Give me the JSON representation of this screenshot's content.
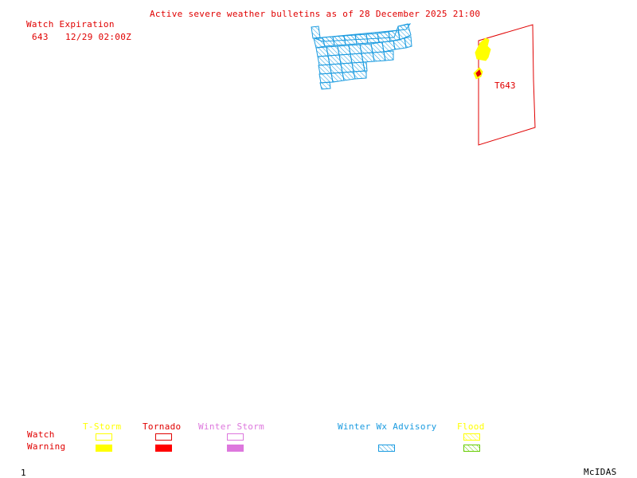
{
  "header": {
    "title": "Active severe weather bulletins as of 28 December 2025 21:00"
  },
  "watch_table": {
    "heading": "Watch Expiration",
    "rows": [
      {
        "number": "643",
        "expiration": "12/29 02:00Z"
      }
    ]
  },
  "map": {
    "watch_label": "T643",
    "colors": {
      "tornado": "#e00000",
      "tstorm": "#ffff00",
      "winter_storm": "#dd77dd",
      "winter_advisory": "#1a9be0",
      "flood_watch": "#ffff00",
      "flood_warning": "#66cc00"
    }
  },
  "legend": {
    "row_labels": {
      "watch": "Watch",
      "warning": "Warning"
    },
    "categories": [
      {
        "name": "T-Storm",
        "color": "#ffff00",
        "watch": "outline",
        "warning": "filled"
      },
      {
        "name": "Tornado",
        "color": "#e00000",
        "watch": "outline",
        "warning": "filled"
      },
      {
        "name": "Winter Storm",
        "color": "#dd77dd",
        "watch": "outline",
        "warning": "filled"
      },
      {
        "name": "Winter Wx Advisory",
        "color": "#1a9be0",
        "watch": "none",
        "warning": "hatched"
      },
      {
        "name": "Flood",
        "color": "#ffff00",
        "watch": "hatched",
        "warning": "hatched",
        "warning_color": "#66cc00"
      }
    ]
  },
  "footer": {
    "frame_number": "1",
    "brand": "McIDAS"
  }
}
